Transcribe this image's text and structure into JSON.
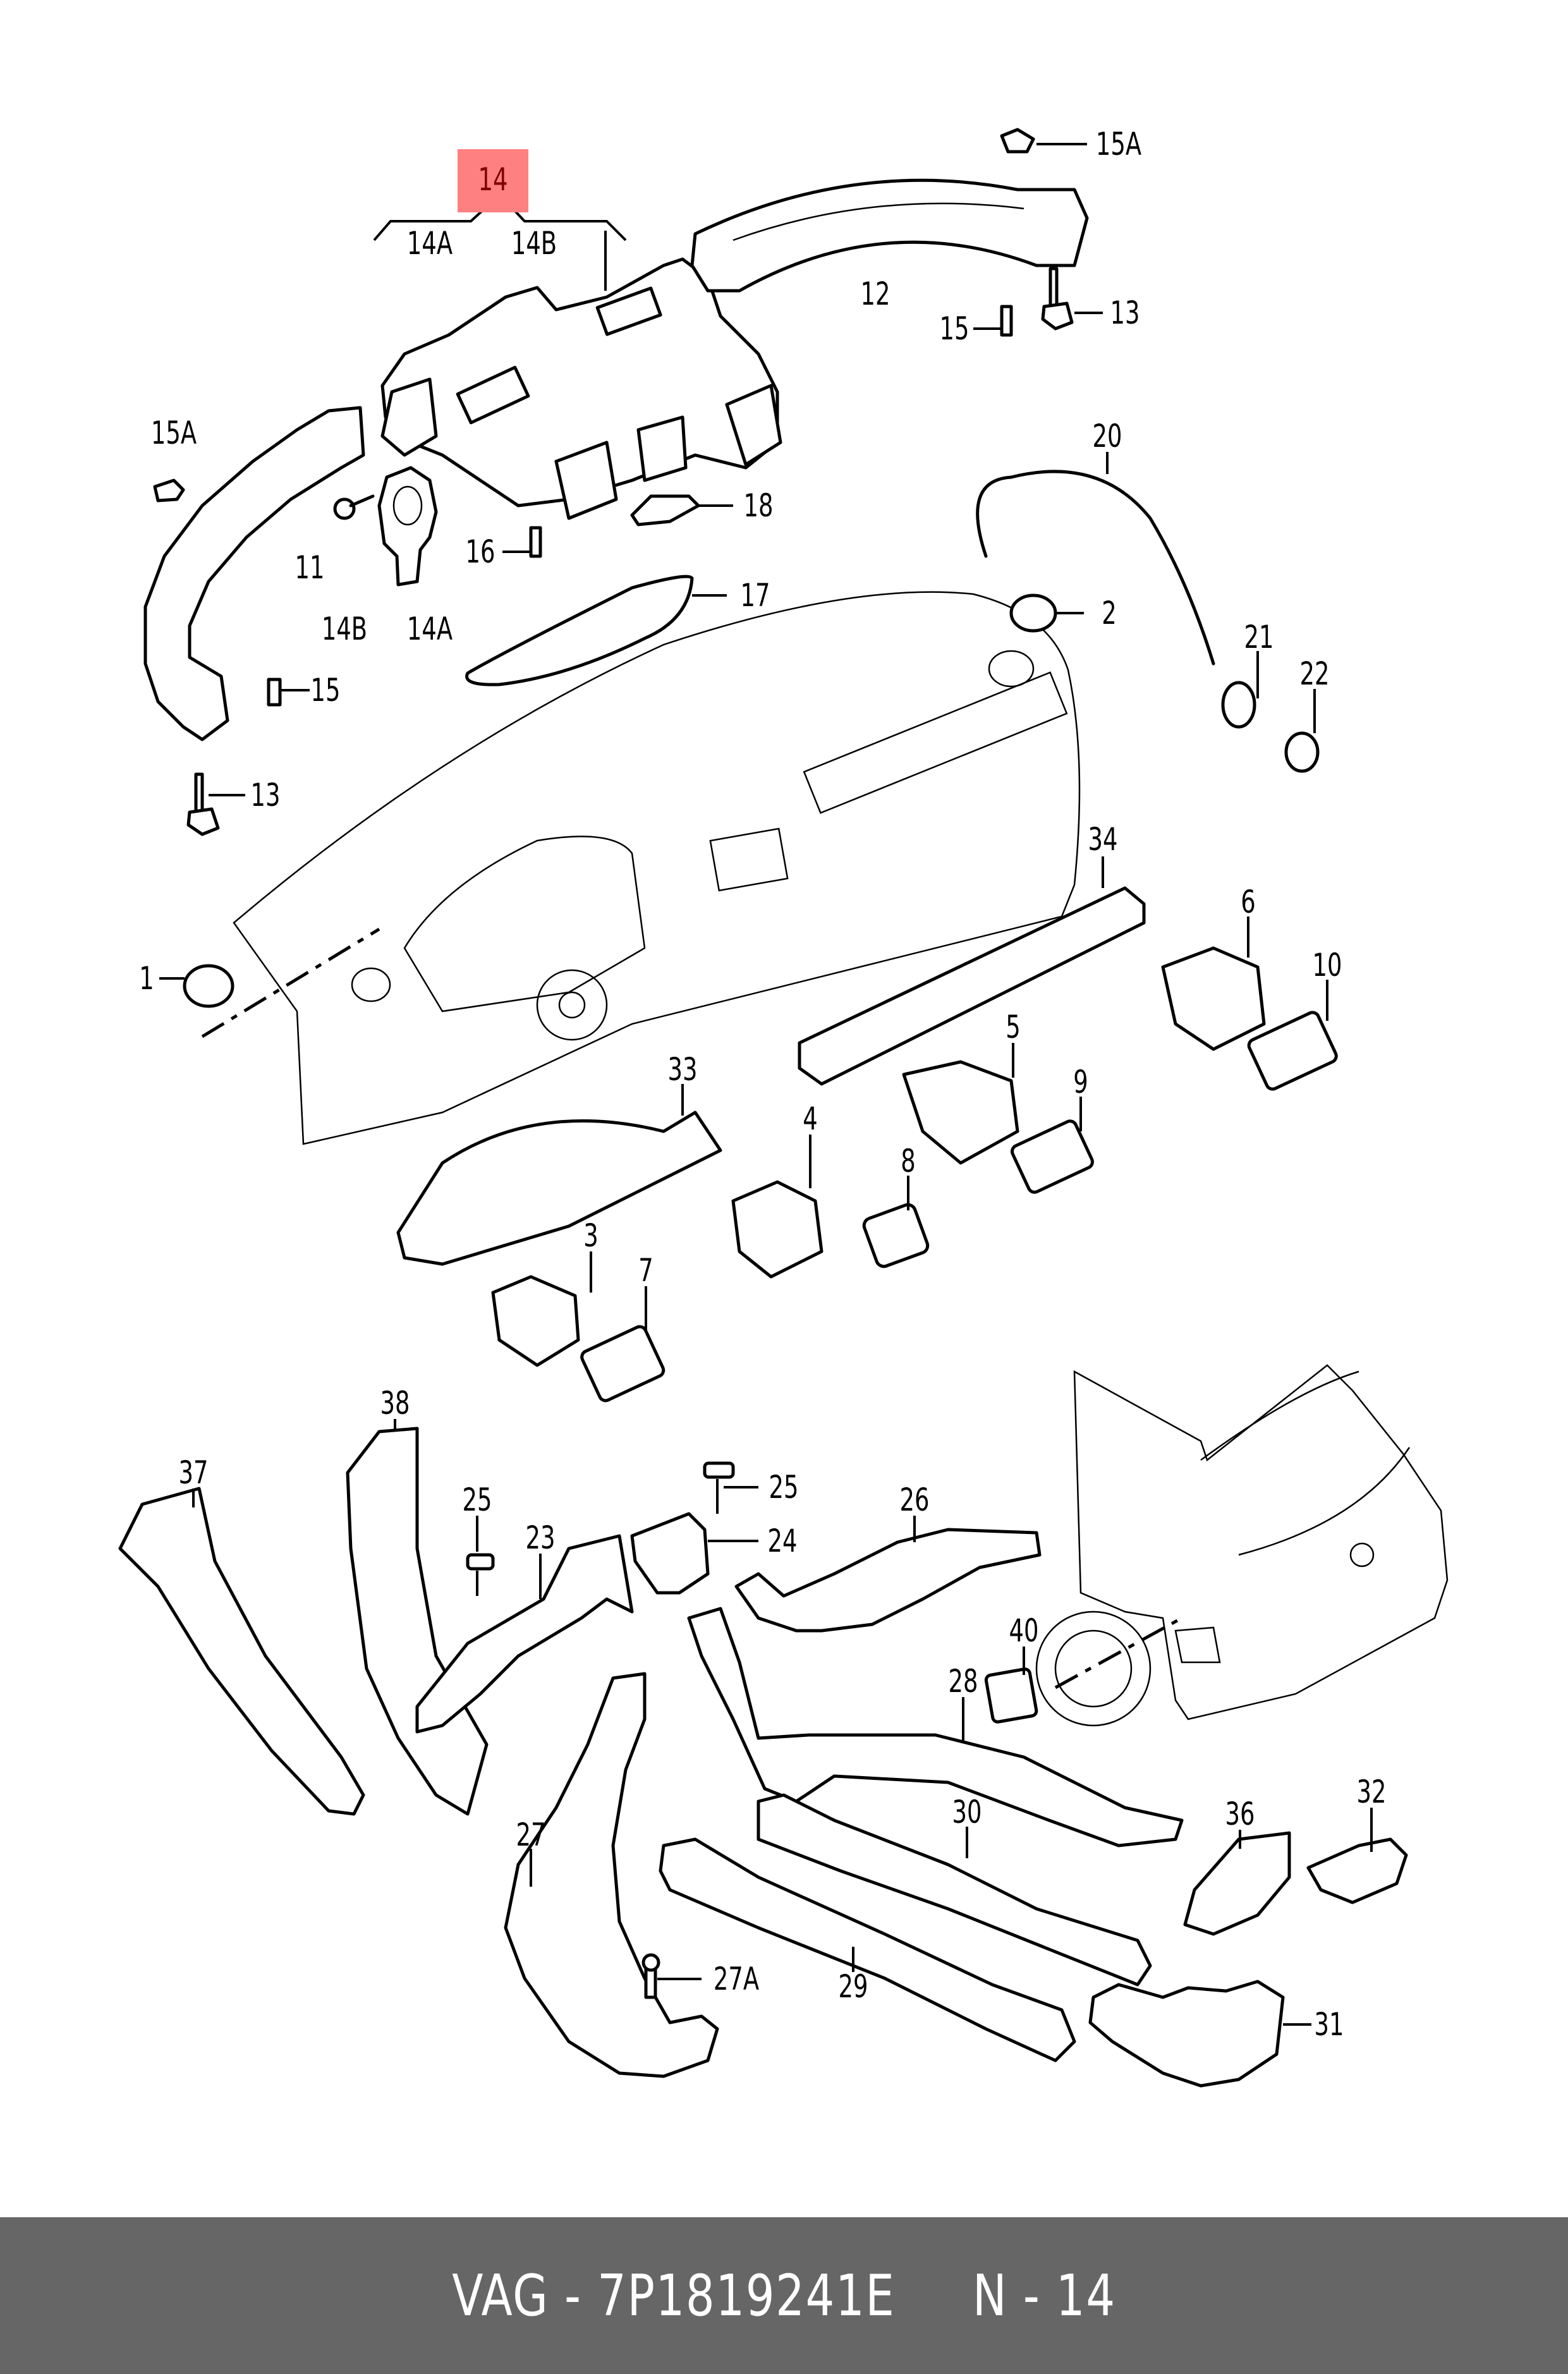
{
  "diagram": {
    "title": "Air duct / vent components exploded view",
    "highlight_color": "#ff8080",
    "highlight_text_color": "#800000",
    "highlighted_part": "14",
    "labels": [
      {
        "id": "14",
        "text": "14",
        "highlighted": true
      },
      {
        "id": "14A-top",
        "text": "14A"
      },
      {
        "id": "14B-top",
        "text": "14B"
      },
      {
        "id": "15A-top",
        "text": "15A"
      },
      {
        "id": "12",
        "text": "12"
      },
      {
        "id": "15-right",
        "text": "15"
      },
      {
        "id": "13-right",
        "text": "13"
      },
      {
        "id": "15A-left",
        "text": "15A"
      },
      {
        "id": "11",
        "text": "11"
      },
      {
        "id": "14B-left",
        "text": "14B"
      },
      {
        "id": "14A-left",
        "text": "14A"
      },
      {
        "id": "16",
        "text": "16"
      },
      {
        "id": "18",
        "text": "18"
      },
      {
        "id": "17",
        "text": "17"
      },
      {
        "id": "15-left",
        "text": "15"
      },
      {
        "id": "13-left",
        "text": "13"
      },
      {
        "id": "20",
        "text": "20"
      },
      {
        "id": "2",
        "text": "2"
      },
      {
        "id": "21",
        "text": "21"
      },
      {
        "id": "22",
        "text": "22"
      },
      {
        "id": "1",
        "text": "1"
      },
      {
        "id": "34",
        "text": "34"
      },
      {
        "id": "6",
        "text": "6"
      },
      {
        "id": "10",
        "text": "10"
      },
      {
        "id": "5",
        "text": "5"
      },
      {
        "id": "9",
        "text": "9"
      },
      {
        "id": "33",
        "text": "33"
      },
      {
        "id": "4",
        "text": "4"
      },
      {
        "id": "8",
        "text": "8"
      },
      {
        "id": "3",
        "text": "3"
      },
      {
        "id": "7",
        "text": "7"
      },
      {
        "id": "38",
        "text": "38"
      },
      {
        "id": "37",
        "text": "37"
      },
      {
        "id": "25-left",
        "text": "25"
      },
      {
        "id": "25-right",
        "text": "25"
      },
      {
        "id": "23",
        "text": "23"
      },
      {
        "id": "24",
        "text": "24"
      },
      {
        "id": "26",
        "text": "26"
      },
      {
        "id": "40",
        "text": "40"
      },
      {
        "id": "28",
        "text": "28"
      },
      {
        "id": "30",
        "text": "30"
      },
      {
        "id": "36",
        "text": "36"
      },
      {
        "id": "32",
        "text": "32"
      },
      {
        "id": "27",
        "text": "27"
      },
      {
        "id": "27A",
        "text": "27A"
      },
      {
        "id": "29",
        "text": "29"
      },
      {
        "id": "31",
        "text": "31"
      }
    ]
  },
  "footer": {
    "text": "VAG - 7P1819241E     N - 14",
    "brand": "VAG",
    "part_number": "7P1819241E",
    "position": "N - 14",
    "background": "#666666",
    "text_color": "#ffffff"
  }
}
